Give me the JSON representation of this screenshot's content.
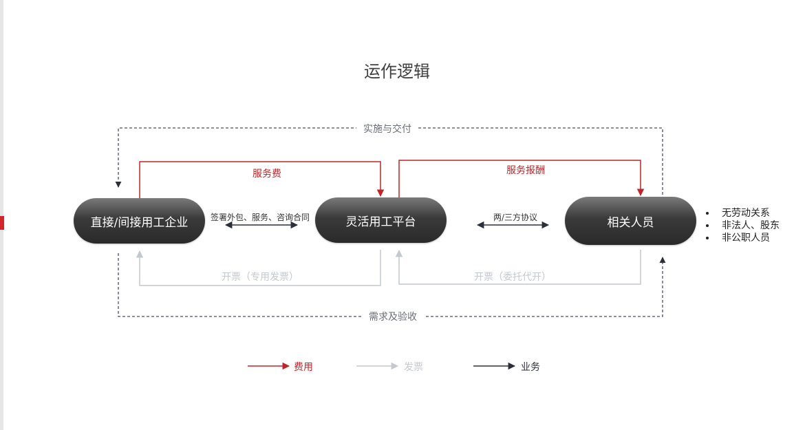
{
  "title": "运作逻辑",
  "nodes": {
    "enterprise": "直接/间接用工企业",
    "platform": "灵活用工平台",
    "personnel": "相关人员"
  },
  "flows": {
    "top_dashed": "实施与交付",
    "bottom_dashed": "需求及验收",
    "service_fee": "服务费",
    "service_pay": "服务报酬",
    "contract": "签署外包、服务、咨询合同",
    "agreement": "两/三方协议",
    "invoice_special": "开票（专用发票）",
    "invoice_agent": "开票（委托代开）"
  },
  "personnel_notes": [
    "无劳动关系",
    "非法人、股东",
    "非公职人员"
  ],
  "legend": [
    {
      "label": "费用",
      "color": "#c0252a"
    },
    {
      "label": "发票",
      "color": "#c4c8cf"
    },
    {
      "label": "业务",
      "color": "#2b2f3a"
    }
  ],
  "colors": {
    "fee": "#c0252a",
    "invoice": "#c4c8cf",
    "business": "#2b2f3a",
    "dashed": "#4a4f5c"
  }
}
